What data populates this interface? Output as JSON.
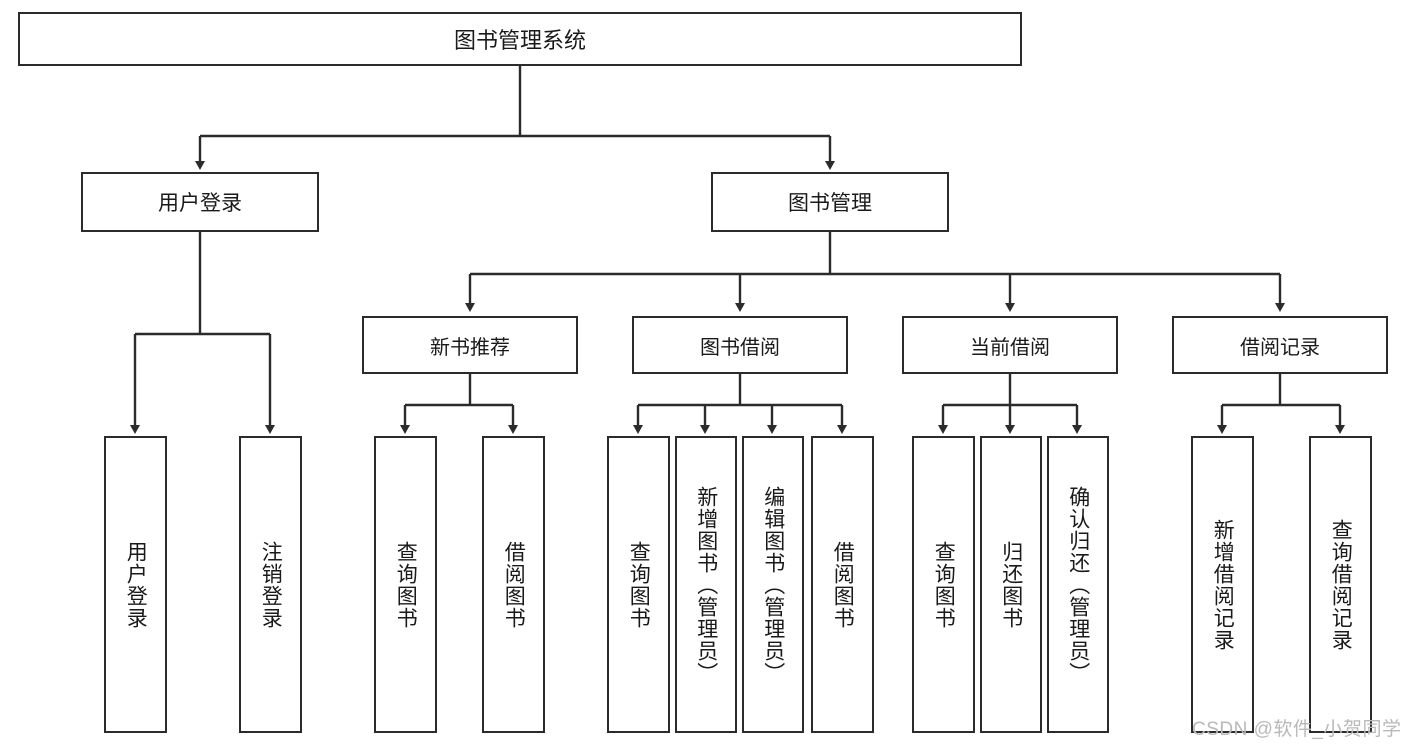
{
  "diagram": {
    "title": "图书管理系统",
    "type": "tree-hierarchy",
    "root": {
      "id": "root",
      "label": "图书管理系统"
    },
    "level2": [
      {
        "id": "user-login",
        "label": "用户登录"
      },
      {
        "id": "book-manage",
        "label": "图书管理"
      }
    ],
    "level3": [
      {
        "id": "new-book-rec",
        "label": "新书推荐",
        "parent": "book-manage"
      },
      {
        "id": "book-borrow",
        "label": "图书借阅",
        "parent": "book-manage"
      },
      {
        "id": "current-borrow",
        "label": "当前借阅",
        "parent": "book-manage"
      },
      {
        "id": "borrow-record",
        "label": "借阅记录",
        "parent": "book-manage"
      }
    ],
    "leaves": [
      {
        "id": "leaf-user-login",
        "label": "用户登录",
        "parent": "user-login"
      },
      {
        "id": "leaf-logout",
        "label": "注销登录",
        "parent": "user-login"
      },
      {
        "id": "leaf-query-book-1",
        "label": "查询图书",
        "parent": "new-book-rec"
      },
      {
        "id": "leaf-borrow-book-1",
        "label": "借阅图书",
        "parent": "new-book-rec"
      },
      {
        "id": "leaf-query-book-2",
        "label": "查询图书",
        "parent": "book-borrow"
      },
      {
        "id": "leaf-add-book",
        "label": "新增图书（管理员）",
        "parent": "book-borrow"
      },
      {
        "id": "leaf-edit-book",
        "label": "编辑图书（管理员）",
        "parent": "book-borrow"
      },
      {
        "id": "leaf-borrow-book-2",
        "label": "借阅图书",
        "parent": "book-borrow"
      },
      {
        "id": "leaf-query-book-3",
        "label": "查询图书",
        "parent": "current-borrow"
      },
      {
        "id": "leaf-return-book",
        "label": "归还图书",
        "parent": "current-borrow"
      },
      {
        "id": "leaf-confirm-return",
        "label": "确认归还（管理员）",
        "parent": "current-borrow"
      },
      {
        "id": "leaf-add-record",
        "label": "新增借阅记录",
        "parent": "borrow-record"
      },
      {
        "id": "leaf-query-record",
        "label": "查询借阅记录",
        "parent": "borrow-record"
      }
    ]
  },
  "watermark": {
    "text": "CSDN @软件_小贺同学"
  },
  "colors": {
    "stroke": "#2b2b2b",
    "background": "#ffffff",
    "text": "#1a1a1a",
    "watermark": "#b9b9b9"
  }
}
